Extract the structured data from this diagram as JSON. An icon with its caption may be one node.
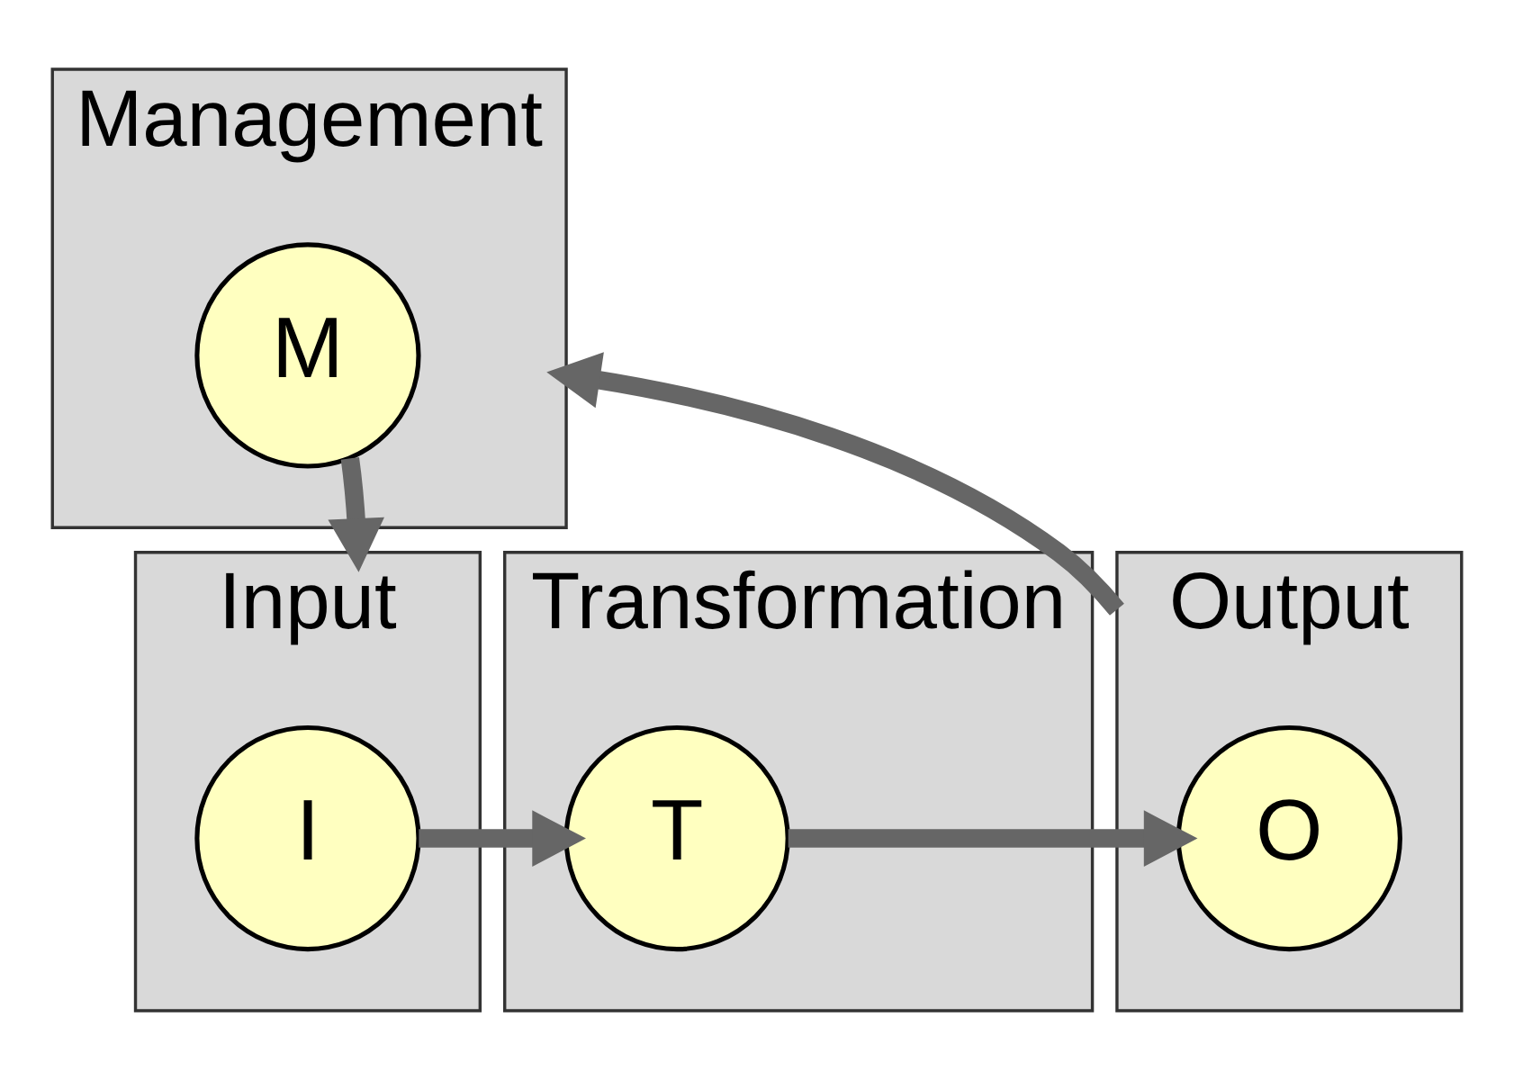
{
  "diagram": {
    "nodes": [
      {
        "text": [
          "Management"
        ]
      },
      {
        "text": [
          "M"
        ],
        "in": 0
      },
      {
        "text": [
          "Input"
        ]
      },
      {
        "text": [
          "I"
        ],
        "in": 2
      },
      {
        "text": [
          "Transformation"
        ]
      },
      {
        "text": [
          "T"
        ],
        "in": 4
      },
      {
        "text": [
          "Output"
        ]
      },
      {
        "text": [
          "O"
        ],
        "in": 6
      }
    ],
    "edges": [
      {
        "from": 1,
        "to": 2,
        "arrow": "to"
      },
      {
        "from": 6,
        "to": 0,
        "arrow": "to"
      },
      {
        "from": 3,
        "to": 5,
        "arrow": "to"
      },
      {
        "from": 5,
        "to": 7,
        "arrow": "to"
      }
    ]
  }
}
